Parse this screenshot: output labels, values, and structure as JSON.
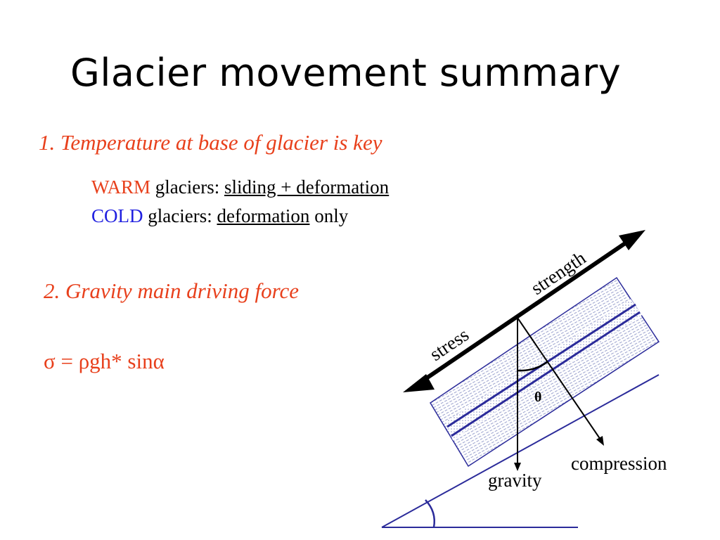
{
  "slide": {
    "title": "Glacier movement summary",
    "point1": {
      "heading": "1. Temperature at base of glacier is key",
      "warm_line": {
        "keyword": "WARM",
        "middle": "glaciers:",
        "underlined": "sliding + deformation"
      },
      "cold_line": {
        "keyword": "COLD",
        "middle": "glaciers:",
        "underlined": "deformation",
        "suffix": "only"
      }
    },
    "point2": {
      "heading": "2. Gravity main driving force",
      "formula": "σ = ρgh* sinα"
    },
    "diagram": {
      "labels": {
        "strength": "strength",
        "stress": "stress",
        "theta": "θ",
        "gravity": "gravity",
        "compression": "compression"
      }
    },
    "colors": {
      "accent": "#e8401c",
      "cold": "#2020e0",
      "glacier_outline": "#2b2b9a",
      "glacier_fill": "#c8cce6"
    }
  }
}
